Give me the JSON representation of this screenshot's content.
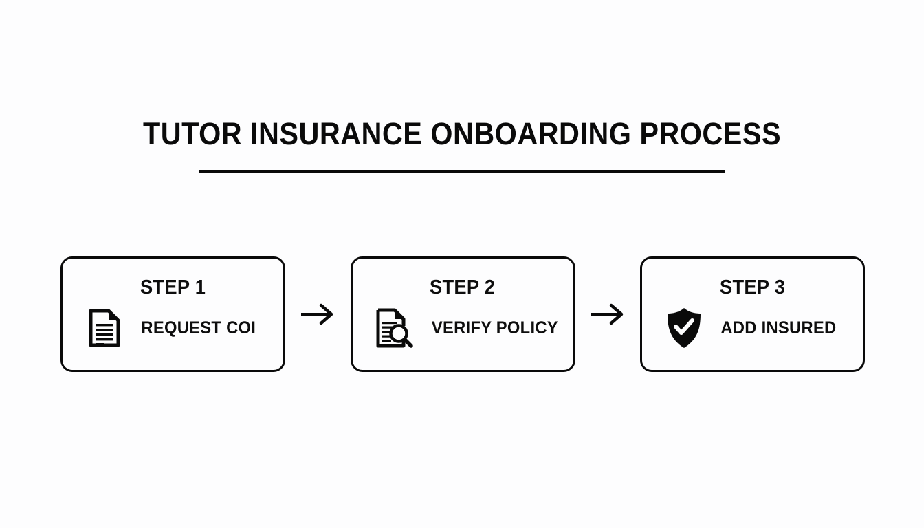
{
  "page": {
    "background_color": "#fdfdfe",
    "ink_color": "#0a0a0a"
  },
  "title": {
    "text": "TUTOR INSURANCE ONBOARDING PROCESS",
    "rule_visible": true
  },
  "flow": {
    "steps": [
      {
        "heading": "STEP 1",
        "label": "REQUEST COI",
        "icon": "document-icon"
      },
      {
        "heading": "STEP 2",
        "label": "VERIFY POLICY",
        "icon": "document-search-icon"
      },
      {
        "heading": "STEP 3",
        "label": "ADD INSURED",
        "icon": "shield-check-icon"
      }
    ],
    "connectors": [
      {
        "icon": "arrow-right-icon"
      },
      {
        "icon": "arrow-right-icon"
      }
    ]
  }
}
